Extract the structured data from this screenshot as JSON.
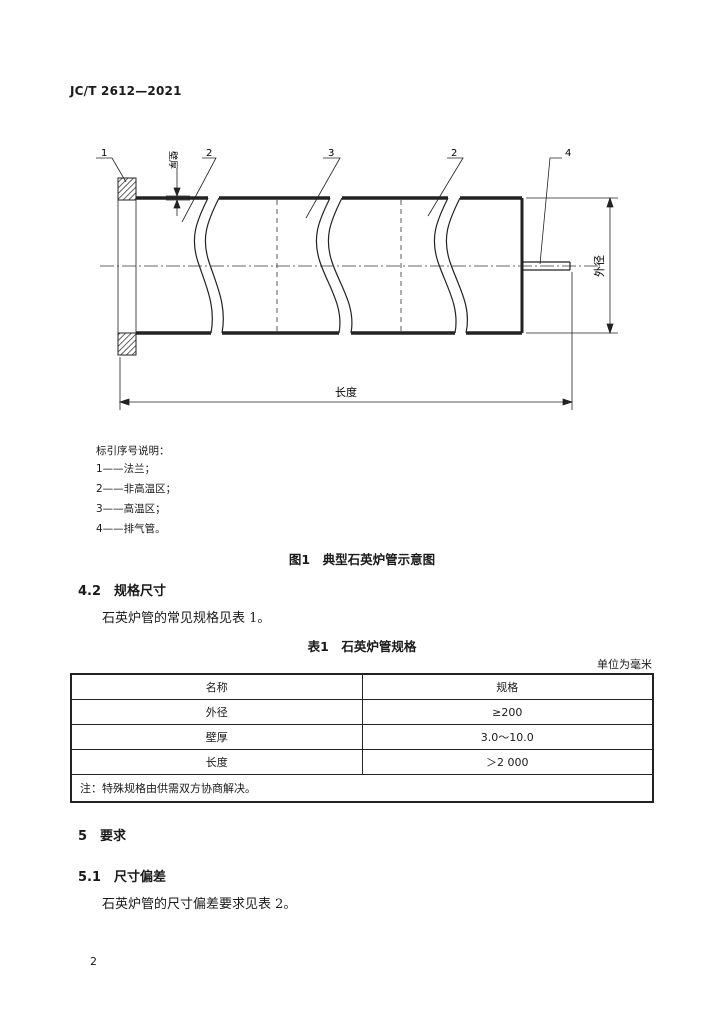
{
  "header": {
    "standard_no": "JC/T 2612—2021"
  },
  "figure": {
    "callouts": [
      "1",
      "2",
      "3",
      "2",
      "4"
    ],
    "label_wall": "壁厚",
    "label_outer_diameter": "外径",
    "label_length": "长度",
    "legend_title": "标引序号说明：",
    "legend_items": [
      "1——法兰；",
      "2——非高温区；",
      "3——高温区；",
      "4——排气管。"
    ],
    "caption": "图1　典型石英炉管示意图"
  },
  "section_4_2": {
    "heading": "4.2　规格尺寸",
    "text": "石英炉管的常见规格见表 1。"
  },
  "table1": {
    "caption": "表1　石英炉管规格",
    "unit": "单位为毫米",
    "headers": [
      "名称",
      "规格"
    ],
    "rows": [
      [
        "外径",
        "≥200"
      ],
      [
        "壁厚",
        "3.0～10.0"
      ],
      [
        "长度",
        "＞2 000"
      ]
    ],
    "note": "注：特殊规格由供需双方协商解决。"
  },
  "section_5": {
    "heading": "5　要求"
  },
  "section_5_1": {
    "heading": "5.1　尺寸偏差",
    "text": "石英炉管的尺寸偏差要求见表 2。"
  },
  "page_number": "2"
}
